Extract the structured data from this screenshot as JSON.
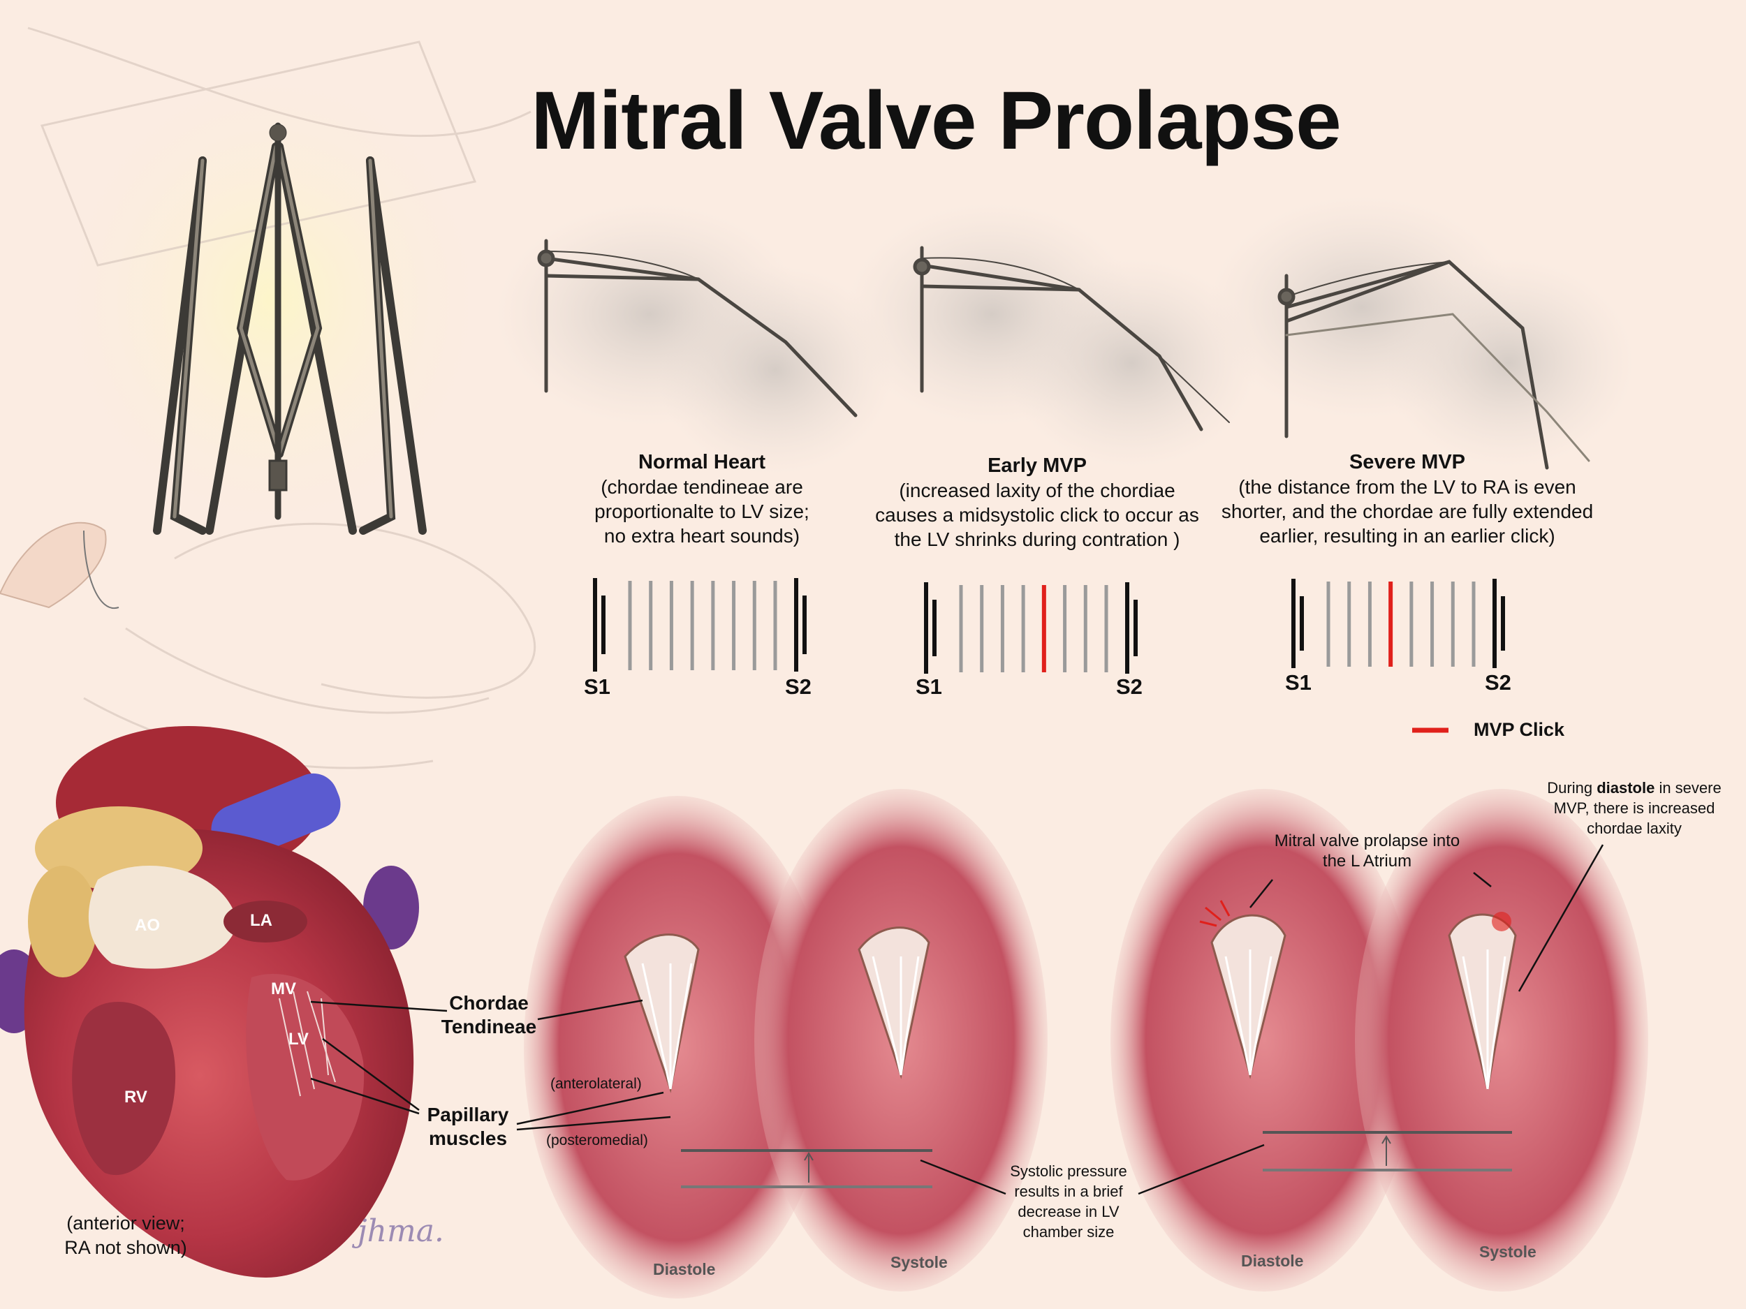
{
  "title": "Mitral Valve Prolapse",
  "panels": [
    {
      "heading": "Normal Heart",
      "caption": [
        "(chordae tendineae are",
        "proportionalte to LV size;",
        "no extra heart sounds)"
      ]
    },
    {
      "heading": "Early MVP",
      "caption": [
        "(increased laxity of the chordiae",
        "causes a midsystolic click to occur as",
        "the LV shrinks during contration )"
      ]
    },
    {
      "heading": "Severe MVP",
      "caption": [
        "(the distance from the LV to RA is even",
        "shorter, and the chordae are fully extended",
        "earlier, resulting in an earlier click)"
      ]
    }
  ],
  "phono": {
    "s1": "S1",
    "s2": "S2"
  },
  "legend": {
    "label": "MVP Click",
    "color": "#e0201b"
  },
  "heart_labels": {
    "ao": "AO",
    "la": "LA",
    "mv": "MV",
    "lv": "LV",
    "rv": "RV"
  },
  "anatomy": {
    "chordae": [
      "Chordae",
      "Tendineae"
    ],
    "papillary": [
      "Papillary",
      "muscles"
    ],
    "anterolateral": "(anterolateral)",
    "posteromedial": "(posteromedial)"
  },
  "anterior_note": [
    "(anterior view;",
    "RA not shown)"
  ],
  "annotations": {
    "prolapse": [
      "Mitral valve prolapse into",
      "the L Atrium"
    ],
    "diastole": [
      "During ",
      "diastole",
      " in severe",
      "MVP, there is increased",
      "chordae laxity"
    ],
    "systolic": [
      "Systolic pressure",
      "results in a brief",
      "decrease in LV",
      "chamber size"
    ]
  },
  "phases": {
    "diastole": "Diastole",
    "systole": "Systole"
  },
  "signature": "jhma.",
  "colors": {
    "background": "#fbece2",
    "click": "#e0201b",
    "tick_gray": "#9a9a9a",
    "tissue": "#b43a4a"
  }
}
